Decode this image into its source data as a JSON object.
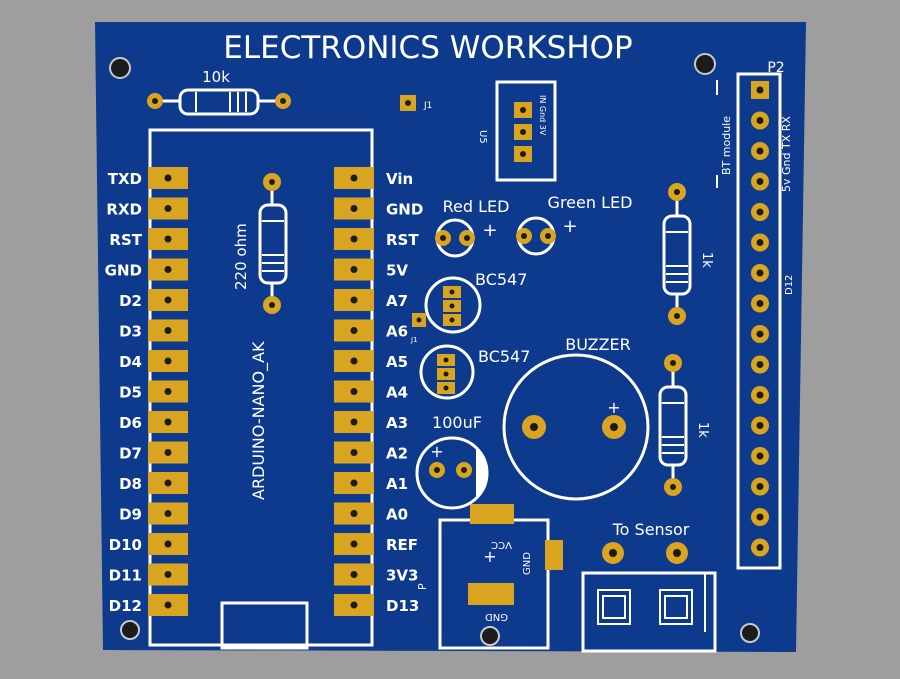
{
  "colors": {
    "background": "#9e9e9e",
    "board": "#0d3a8c",
    "silkscreen": "#ffffff",
    "copper_pad": "#d9a520",
    "hole": "#1c1c1c"
  },
  "board": {
    "title": "ELECTRONICS WORKSHOP",
    "resistor_10k_label": "10k",
    "jumper_j1_label": "J1",
    "resistor_220_label": "220 ohm",
    "nano_label": "ARDUINO-NANO_AK",
    "regulator_u5_label": "U5",
    "regulator_pins": "IN Gnd 3V",
    "red_led_label": "Red LED",
    "green_led_label": "Green LED",
    "transistor_1_label": "BC547",
    "transistor_2_label": "BC547",
    "j1_small_label": "J1",
    "buzzer_label": "BUZZER",
    "capacitor_label": "100uF",
    "resistor_1k_a_label": "1k",
    "resistor_1k_b_label": "1k",
    "bt_module_label": "BT module",
    "bt_pins_label": "5v Gnd  TX RX",
    "d12_side_label": "D12",
    "p2_label": "P2",
    "to_sensor_label": "To Sensor",
    "power_vcc_label": "VCC",
    "power_gnd_label": "GND",
    "power_gnd_side_label": "GND",
    "power_p_label": "P"
  },
  "nano_left_pins": [
    "TXD",
    "RXD",
    "RST",
    "GND",
    "D2",
    "D3",
    "D4",
    "D5",
    "D6",
    "D7",
    "D8",
    "D9",
    "D10",
    "D11",
    "D12"
  ],
  "nano_right_pins": [
    "Vin",
    "GND",
    "RST",
    "5V",
    "A7",
    "A6",
    "A5",
    "A4",
    "A3",
    "A2",
    "A1",
    "A0",
    "REF",
    "3V3",
    "D13"
  ]
}
